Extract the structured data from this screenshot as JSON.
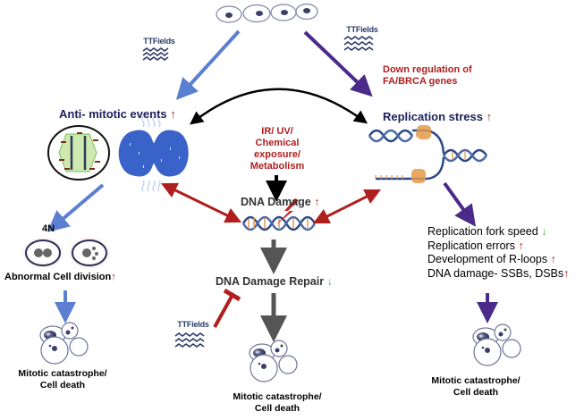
{
  "top_cells_label": "",
  "ttfields": {
    "top_left": "TTFields",
    "top_right": "TTFields",
    "bottom": "TTFields"
  },
  "right_branch": {
    "cause": "Down regulation of FA/BRCA genes",
    "cause_line1": "Down regulation of",
    "cause_line2": "FA/BRCA genes",
    "title": "Replication stress",
    "title_trend": "↑",
    "effects": [
      {
        "text": "Replication fork speed",
        "trend": "↓",
        "direction": "down"
      },
      {
        "text": "Replication errors",
        "trend": "↑",
        "direction": "up"
      },
      {
        "text": "Development of R-loops",
        "trend": "↑",
        "direction": "up"
      },
      {
        "text": "DNA damage- SSBs, DSBs",
        "trend": "↑",
        "direction": "up"
      }
    ],
    "outcome_line1": "Mitotic catastrophe/",
    "outcome_line2": "Cell death"
  },
  "left_branch": {
    "title": "Anti- mitotic events",
    "title_trend": "↑",
    "ploidy_label": "4N",
    "division": "Abnormal Cell division",
    "division_trend": "↑",
    "outcome_line1": "Mitotic catastrophe/",
    "outcome_line2": "Cell death"
  },
  "center_branch": {
    "sources": [
      "IR/ UV/",
      "Chemical",
      "exposure/",
      "Metabolism"
    ],
    "damage": "DNA Damage",
    "damage_trend": "↑",
    "repair": "DNA Damage Repair",
    "repair_trend": "↓",
    "outcome_line1": "Mitotic catastrophe/",
    "outcome_line2": "Cell death"
  },
  "colors": {
    "navy_text": "#1d1f5c",
    "red_text": "#b01e1e",
    "left_arrow": "#5b7fd1",
    "right_arrow": "#4b2a8a",
    "red_arrow": "#b01e1e",
    "gray_arrow": "#555555",
    "down_trend": "#4caf50"
  }
}
